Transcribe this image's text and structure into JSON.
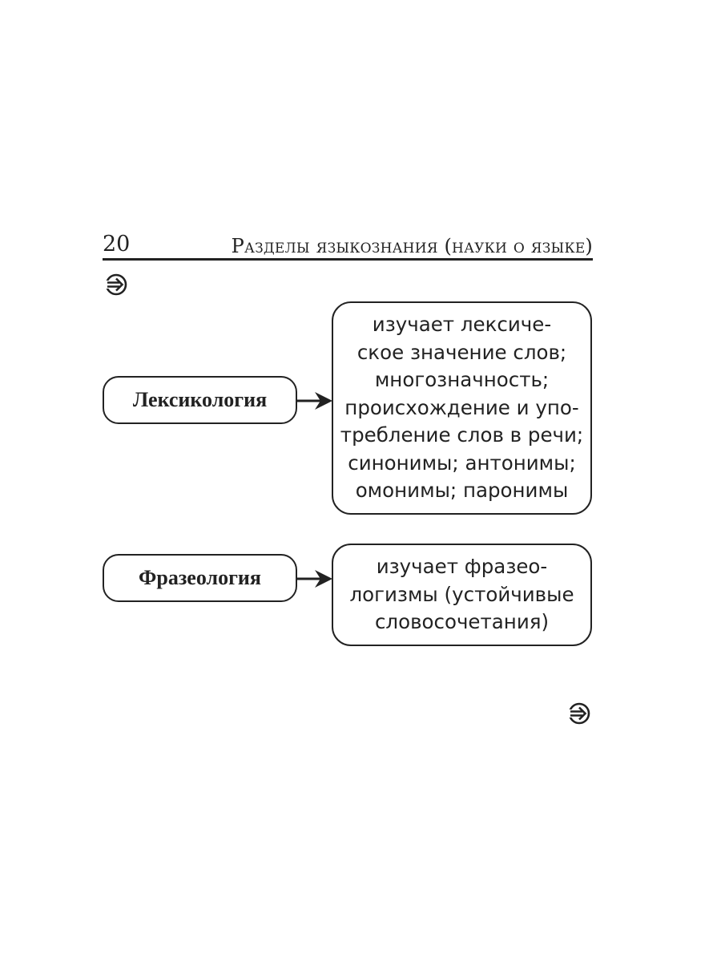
{
  "header": {
    "page_number": "20",
    "running_title": "Разделы языкознания (науки о языке)"
  },
  "nav_icon": "arrow-right-circle-icon",
  "entries": [
    {
      "term": "Лексикология",
      "description_lines": [
        "изучает лексиче-",
        "ское значение слов;",
        "многозначность;",
        "происхождение и упо-",
        "требление слов в речи;",
        "синонимы; антонимы;",
        "омонимы; паронимы"
      ]
    },
    {
      "term": "Фразеология",
      "description_lines": [
        "изучает фразео-",
        "логизмы (устойчивые",
        "словосочетания)"
      ]
    }
  ]
}
